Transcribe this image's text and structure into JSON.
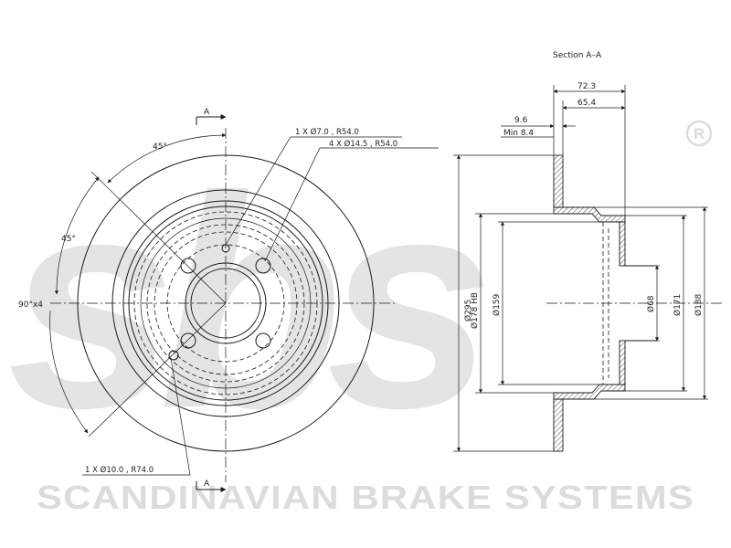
{
  "watermark": {
    "brand": "sbs",
    "registered_mark": "®",
    "company": "SCANDINAVIAN BRAKE SYSTEMS"
  },
  "front_view": {
    "section_marker_top": "A",
    "section_marker_bottom": "A",
    "angle_45_top": "45°",
    "angle_45_left": "45°",
    "angle_90x4": "90°x4",
    "callout_hole_small": "1 X Ø7.0 , R54.0",
    "callout_bolt_holes": "4 X Ø14.5 , R54.0",
    "callout_hole_large": "1 X Ø10.0 , R74.0"
  },
  "section_view": {
    "title": "Section A–A",
    "dims": {
      "overall_height": "72.3",
      "hat_height": "65.4",
      "thickness": "9.6",
      "min_thickness": "Min 8.4",
      "outer_diameter": "Ø295",
      "hb_diameter": "Ø178 HB",
      "d159": "Ø159",
      "center_bore": "Ø68",
      "d171": "Ø171",
      "d188": "Ø188"
    }
  }
}
